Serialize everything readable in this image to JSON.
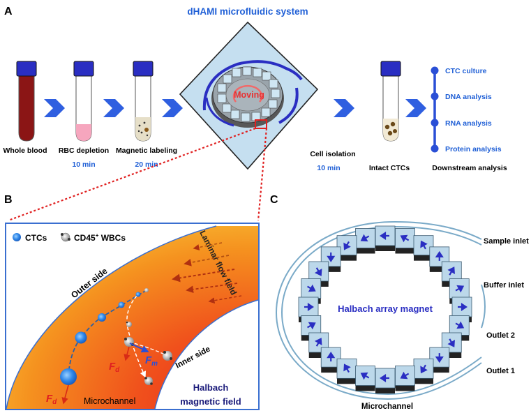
{
  "panels": {
    "a": "A",
    "b": "B",
    "c": "C"
  },
  "panel_a": {
    "title": "dHAMI microfluidic system",
    "moving": "Moving",
    "tubes": [
      {
        "label": "Whole blood",
        "time": ""
      },
      {
        "label": "RBC depletion",
        "time": "10 min"
      },
      {
        "label": "Magnetic labeling",
        "time": "20 min"
      }
    ],
    "cell_isolation": {
      "label": "Cell isolation",
      "time": "10 min"
    },
    "intact_ctcs": "Intact CTCs",
    "downstream": {
      "title": "Downstream analysis",
      "items": [
        "CTC culture",
        "DNA analysis",
        "RNA analysis",
        "Protein analysis"
      ]
    }
  },
  "panel_b": {
    "legend_ctc": "CTCs",
    "legend_wbc_pre": "CD45",
    "legend_wbc_sup": "+",
    "legend_wbc_post": " WBCs",
    "outer_side": "Outer side",
    "inner_side": "Inner side",
    "laminar": "Laminar flow field",
    "fd": "F",
    "fd_sub": "d",
    "fm": "F",
    "fm_sub": "m",
    "microchannel": "Microchannel",
    "halbach1": "Halbach",
    "halbach2": "magnetic field"
  },
  "panel_c": {
    "center": "Halbach array magnet",
    "sample_inlet": "Sample inlet",
    "buffer_inlet": "Buffer inlet",
    "outlet2": "Outlet 2",
    "outlet1": "Outlet 1",
    "microchannel": "Microchannel"
  },
  "colors": {
    "blue_text": "#1f5fd6",
    "cap": "#2a2ec2",
    "arrow": "#2f5fe0",
    "blood": "#8b1515",
    "red": "#e02020",
    "magnet": "#bcd8ea",
    "dark_blue": "#1a1a7a"
  }
}
